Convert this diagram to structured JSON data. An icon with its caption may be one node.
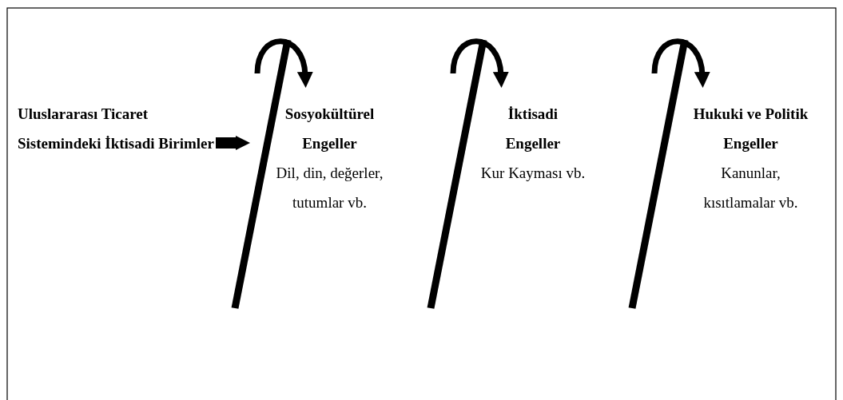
{
  "diagram": {
    "nodes": [
      {
        "text": [
          "Uluslararası Ticaret Sistemindeki İktisadi Birimler"
        ]
      },
      {
        "text": [],
        "shape": "bar"
      },
      {
        "text": [
          "Sosyokültürel Engeller",
          "Dil, din, değerler, tutumlar vb."
        ]
      },
      {
        "text": [],
        "shape": "bar"
      },
      {
        "text": [
          "İktisadi Engeller",
          "Kur Kayması vb."
        ]
      },
      {
        "text": [],
        "shape": "bar"
      },
      {
        "text": [
          "Hukuki ve Politik Engeller",
          "Kanunlar, kısıtlamalar vb."
        ]
      }
    ],
    "edges": [
      {
        "from": 0,
        "to": 1,
        "arrow": "to",
        "style": "thick"
      },
      {
        "from": 1,
        "to": 2,
        "arrow": "to"
      },
      {
        "from": 3,
        "to": 4,
        "arrow": "to"
      },
      {
        "from": 5,
        "to": 6,
        "arrow": "to"
      }
    ]
  }
}
